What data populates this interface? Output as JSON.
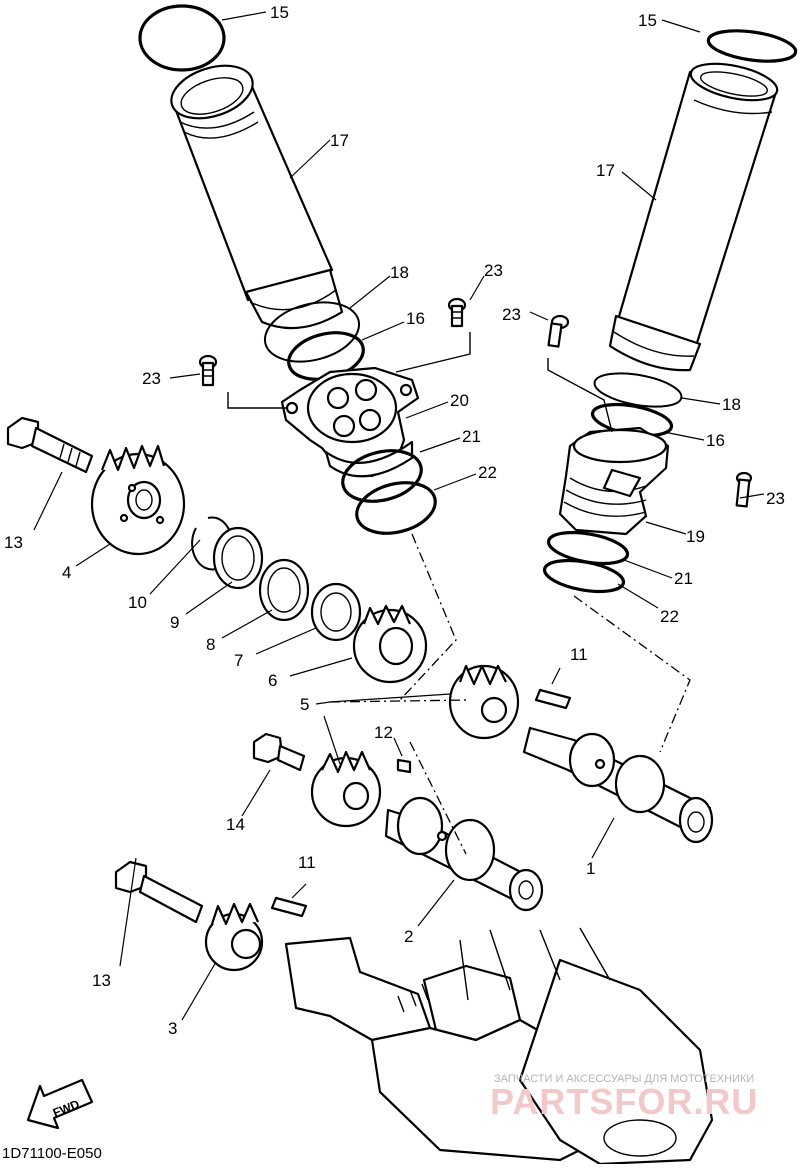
{
  "diagram": {
    "drawing_code": "1D71100-E050",
    "direction_label": "FWD",
    "watermark": {
      "caption": "ЗАПЧАСТИ И АКСЕССУАРЫ ДЛЯ МОТОТЕХНИКИ",
      "brand": "PARTSFOR.RU"
    },
    "callouts": [
      {
        "id": "c15a",
        "number": "15"
      },
      {
        "id": "c15b",
        "number": "15"
      },
      {
        "id": "c17a",
        "number": "17"
      },
      {
        "id": "c17b",
        "number": "17"
      },
      {
        "id": "c18a",
        "number": "18"
      },
      {
        "id": "c18b",
        "number": "18"
      },
      {
        "id": "c23a",
        "number": "23"
      },
      {
        "id": "c23b",
        "number": "23"
      },
      {
        "id": "c23c",
        "number": "23"
      },
      {
        "id": "c23d",
        "number": "23"
      },
      {
        "id": "c16a",
        "number": "16"
      },
      {
        "id": "c16b",
        "number": "16"
      },
      {
        "id": "c20",
        "number": "20"
      },
      {
        "id": "c21a",
        "number": "21"
      },
      {
        "id": "c21b",
        "number": "21"
      },
      {
        "id": "c22a",
        "number": "22"
      },
      {
        "id": "c22b",
        "number": "22"
      },
      {
        "id": "c19",
        "number": "19"
      },
      {
        "id": "c13a",
        "number": "13"
      },
      {
        "id": "c13b",
        "number": "13"
      },
      {
        "id": "c4",
        "number": "4"
      },
      {
        "id": "c10",
        "number": "10"
      },
      {
        "id": "c9",
        "number": "9"
      },
      {
        "id": "c8",
        "number": "8"
      },
      {
        "id": "c7",
        "number": "7"
      },
      {
        "id": "c6",
        "number": "6"
      },
      {
        "id": "c5",
        "number": "5"
      },
      {
        "id": "c11a",
        "number": "11"
      },
      {
        "id": "c11b",
        "number": "11"
      },
      {
        "id": "c12",
        "number": "12"
      },
      {
        "id": "c14",
        "number": "14"
      },
      {
        "id": "c1",
        "number": "1"
      },
      {
        "id": "c2",
        "number": "2"
      },
      {
        "id": "c3",
        "number": "3"
      }
    ]
  }
}
